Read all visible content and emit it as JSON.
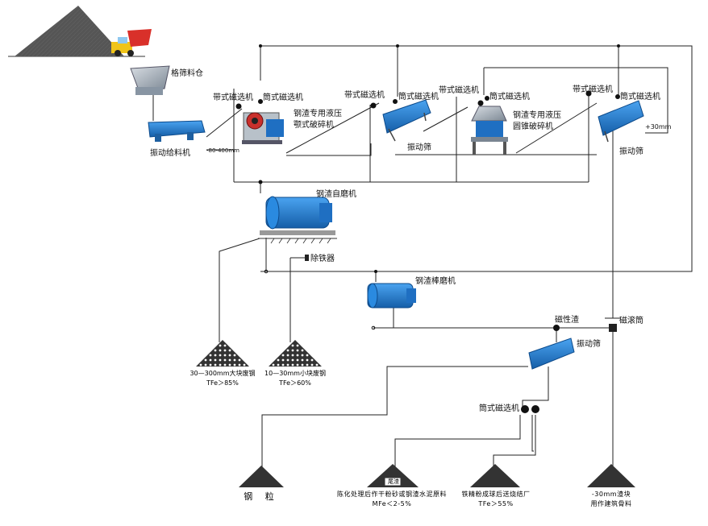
{
  "labels": {
    "hopper": "格筛料仓",
    "vibrating_feeder": "振动给料机",
    "feed_size": "-80-400mm",
    "belt_magnet_1": "带式磁选机",
    "drum_magnet_1": "筒式磁选机",
    "jaw_crusher_line1": "钢渣专用液压",
    "jaw_crusher_line2": "颚式破碎机",
    "belt_magnet_2": "带式磁选机",
    "drum_magnet_2": "筒式磁选机",
    "screen_1": "振动筛",
    "belt_magnet_3": "带式磁选机",
    "drum_magnet_3": "筒式磁选机",
    "cone_crusher_line1": "钢渣专用液压",
    "cone_crusher_line2": "圆锥破碎机",
    "belt_magnet_4": "带式磁选机",
    "drum_magnet_4": "筒式磁选机",
    "plus30": "+30mm",
    "screen_2": "振动筛",
    "autogenous_mill": "钢渣自磨机",
    "iron_remover": "除铁器",
    "rod_mill": "钢渣棒磨机",
    "magnetic_slag": "磁性渣",
    "magnetic_drum": "磁滚筒",
    "screen_3": "振动筛",
    "drum_magnet_5": "筒式磁选机"
  },
  "products": {
    "large_steel_line1": "30—300mm大块废钢",
    "large_steel_line2": "TFe＞85%",
    "small_steel_line1": "10—30mm小块废钢",
    "small_steel_line2": "TFe＞60%",
    "steel_grain": "钢 粒",
    "tailings_badge": "尾渣",
    "tailings_line1": "陈化处理后作干粉砂或钢渣水泥原料",
    "tailings_line2": "MFe＜2-5%",
    "iron_powder_line1": "铁精粉成球后送烧结厂",
    "iron_powder_line2": "TFe＞55%",
    "slag_line1": "-30mm渣块",
    "slag_line2": "用作建筑骨料"
  },
  "colors": {
    "equipment_blue": "#1f6fc2",
    "pile_dark": "#333333",
    "truck_yellow": "#f0c419",
    "truck_red": "#d9302a"
  },
  "icons": [
    "raw-slag-pile-icon",
    "dump-truck-icon",
    "hopper-icon",
    "feeder-icon",
    "jaw-crusher-icon",
    "screen-icon",
    "cone-crusher-icon",
    "mill-icon",
    "rod-mill-icon",
    "magnet-roller-icon",
    "product-pile-icon"
  ]
}
